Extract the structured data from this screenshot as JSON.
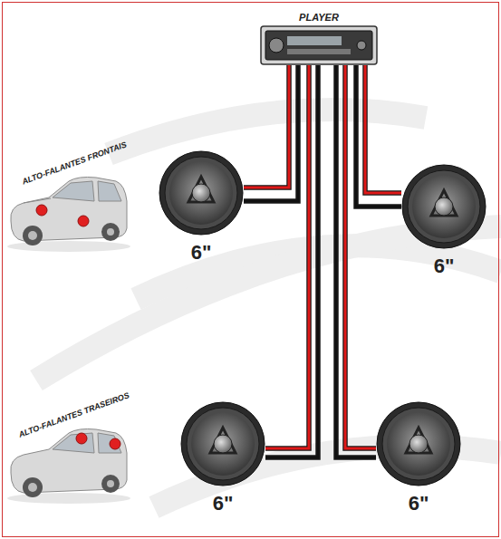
{
  "diagram": {
    "nodes": [
      {
        "text": [
          "PLAYER"
        ]
      },
      {
        "text": [
          "6\""
        ]
      },
      {
        "text": [
          "6\""
        ]
      },
      {
        "text": [
          "6\""
        ]
      },
      {
        "text": [
          "6\""
        ]
      }
    ],
    "edges": [
      {
        "from": 0,
        "to": 1,
        "arrow": "none"
      },
      {
        "from": 0,
        "to": 2,
        "arrow": "none"
      },
      {
        "from": 0,
        "to": 3,
        "arrow": "none"
      },
      {
        "from": 0,
        "to": 4,
        "arrow": "none"
      }
    ],
    "labels": [
      "ALTO-FALANTES FRONTAIS",
      "ALTO-FALANTES TRASEIROS"
    ]
  }
}
